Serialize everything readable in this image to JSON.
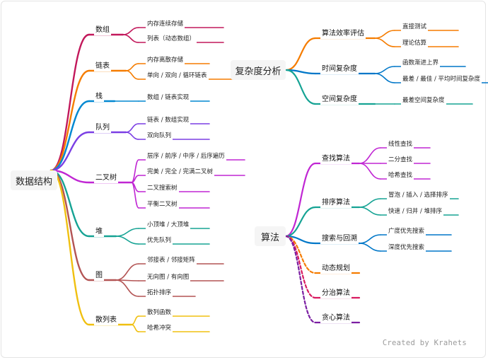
{
  "root_ds": "数据结构",
  "root_cx": "复杂度分析",
  "root_alg": "算法",
  "ds": [
    {
      "label": "数组",
      "children": [
        "内存连续存储",
        "列表（动态数组）"
      ]
    },
    {
      "label": "链表",
      "children": [
        "内存离散存储",
        "单向 / 双向 / 循环链表"
      ]
    },
    {
      "label": "栈",
      "children": [
        "数组 / 链表实现"
      ]
    },
    {
      "label": "队列",
      "children": [
        "链表 / 数组实现",
        "双向队列"
      ]
    },
    {
      "label": "二叉树",
      "children": [
        "层序 / 前序 / 中序 / 后序遍历",
        "完美 / 完全 / 完满二叉树",
        "二叉搜索树",
        "平衡二叉树"
      ]
    },
    {
      "label": "堆",
      "children": [
        "小顶堆 / 大顶堆",
        "优先队列"
      ]
    },
    {
      "label": "图",
      "children": [
        "邻接表 / 邻接矩阵",
        "无向图 / 有向图",
        "拓扑排序"
      ]
    },
    {
      "label": "散列表",
      "children": [
        "散列函数",
        "哈希冲突"
      ]
    }
  ],
  "cx": [
    {
      "label": "算法效率评估",
      "children": [
        "直接测试",
        "理论估算"
      ]
    },
    {
      "label": "时间复杂度",
      "children": [
        "函数渐进上界",
        "最差 / 最佳 / 平均时间复杂度"
      ]
    },
    {
      "label": "空间复杂度",
      "children": [
        "最差空间复杂度"
      ]
    }
  ],
  "alg": [
    {
      "label": "查找算法",
      "children": [
        "线性查找",
        "二分查找",
        "哈希查找"
      ]
    },
    {
      "label": "排序算法",
      "children": [
        "冒泡 / 插入 / 选择排序",
        "快速 / 归并 / 堆排序"
      ]
    },
    {
      "label": "搜索与回溯",
      "children": [
        "广度优先搜索",
        "深度优先搜索"
      ]
    },
    {
      "label": "动态规划",
      "children": []
    },
    {
      "label": "分治算法",
      "children": []
    },
    {
      "label": "贪心算法",
      "children": []
    }
  ],
  "watermark": "Created by Krahets",
  "colors": {
    "ds": [
      "#c2185b",
      "#f57c00",
      "#0288d1",
      "#7b3fe4",
      "#c026d3",
      "#16a394",
      "#b35454",
      "#f0c010"
    ],
    "cx": [
      "#f57c00",
      "#0077c8",
      "#16a394"
    ],
    "alg": [
      "#c026d3",
      "#16a394",
      "#0077c8",
      "#f57c00",
      "#d81b60",
      "#7b1fa2"
    ]
  }
}
